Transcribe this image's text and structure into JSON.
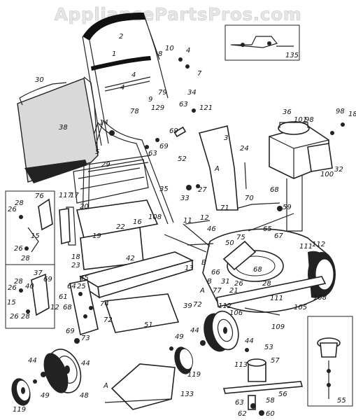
{
  "watermark": "AppliancePartsPros.com",
  "labels": [
    {
      "id": "l1",
      "text": "1"
    },
    {
      "id": "l2",
      "text": "2"
    },
    {
      "id": "l3",
      "text": "3"
    },
    {
      "id": "l4a",
      "text": "4"
    },
    {
      "id": "l4b",
      "text": "4"
    },
    {
      "id": "l4c",
      "text": "4"
    },
    {
      "id": "l5",
      "text": "5"
    },
    {
      "id": "l7",
      "text": "7"
    },
    {
      "id": "l8",
      "text": "8"
    },
    {
      "id": "l9",
      "text": "9"
    },
    {
      "id": "l10",
      "text": "10"
    },
    {
      "id": "l11",
      "text": "11"
    },
    {
      "id": "l12",
      "text": "12"
    },
    {
      "id": "l13",
      "text": "13"
    },
    {
      "id": "l14",
      "text": "14"
    },
    {
      "id": "l15a",
      "text": "15"
    },
    {
      "id": "l15b",
      "text": "15"
    },
    {
      "id": "l16",
      "text": "16"
    },
    {
      "id": "l17",
      "text": "17"
    },
    {
      "id": "l18",
      "text": "18"
    },
    {
      "id": "l18b",
      "text": "18"
    },
    {
      "id": "l19",
      "text": "19"
    },
    {
      "id": "l20",
      "text": "20"
    },
    {
      "id": "l21",
      "text": "21"
    },
    {
      "id": "l22",
      "text": "22"
    },
    {
      "id": "l23",
      "text": "23"
    },
    {
      "id": "l24",
      "text": "24"
    },
    {
      "id": "l25",
      "text": "25"
    },
    {
      "id": "l26a",
      "text": "26"
    },
    {
      "id": "l26b",
      "text": "26"
    },
    {
      "id": "l26c",
      "text": "26"
    },
    {
      "id": "l26d",
      "text": "26"
    },
    {
      "id": "l26e",
      "text": "26"
    },
    {
      "id": "l27",
      "text": "27"
    },
    {
      "id": "l28a",
      "text": "28"
    },
    {
      "id": "l28b",
      "text": "28"
    },
    {
      "id": "l28c",
      "text": "28"
    },
    {
      "id": "l28d",
      "text": "28"
    },
    {
      "id": "l28e",
      "text": "28"
    },
    {
      "id": "l29",
      "text": "29"
    },
    {
      "id": "l30",
      "text": "30"
    },
    {
      "id": "l31",
      "text": "31"
    },
    {
      "id": "l32",
      "text": "32"
    },
    {
      "id": "l33",
      "text": "33"
    },
    {
      "id": "l34",
      "text": "34"
    },
    {
      "id": "l35",
      "text": "35"
    },
    {
      "id": "l36",
      "text": "36"
    },
    {
      "id": "l37",
      "text": "37"
    },
    {
      "id": "l38",
      "text": "38"
    },
    {
      "id": "l39",
      "text": "39"
    },
    {
      "id": "l40",
      "text": "40"
    },
    {
      "id": "l42",
      "text": "42"
    },
    {
      "id": "l44a",
      "text": "44"
    },
    {
      "id": "l44b",
      "text": "44"
    },
    {
      "id": "l44c",
      "text": "44"
    },
    {
      "id": "l44d",
      "text": "44"
    },
    {
      "id": "l45",
      "text": "45"
    },
    {
      "id": "l46",
      "text": "46"
    },
    {
      "id": "l48",
      "text": "48"
    },
    {
      "id": "l49a",
      "text": "49"
    },
    {
      "id": "l49b",
      "text": "49"
    },
    {
      "id": "l50",
      "text": "50"
    },
    {
      "id": "l51",
      "text": "51"
    },
    {
      "id": "l52",
      "text": "52"
    },
    {
      "id": "l53",
      "text": "53"
    },
    {
      "id": "l55",
      "text": "55"
    },
    {
      "id": "l56",
      "text": "56"
    },
    {
      "id": "l57",
      "text": "57"
    },
    {
      "id": "l58",
      "text": "58"
    },
    {
      "id": "l59",
      "text": "59"
    },
    {
      "id": "l60",
      "text": "60"
    },
    {
      "id": "l61",
      "text": "61"
    },
    {
      "id": "l62",
      "text": "62"
    },
    {
      "id": "l63a",
      "text": "63"
    },
    {
      "id": "l63b",
      "text": "63"
    },
    {
      "id": "l63c",
      "text": "63"
    },
    {
      "id": "l64",
      "text": "64"
    },
    {
      "id": "l65",
      "text": "65"
    },
    {
      "id": "l66",
      "text": "66"
    },
    {
      "id": "l67",
      "text": "67"
    },
    {
      "id": "l68a",
      "text": "68"
    },
    {
      "id": "l68b",
      "text": "68"
    },
    {
      "id": "l68c",
      "text": "68"
    },
    {
      "id": "l69a",
      "text": "69"
    },
    {
      "id": "l69b",
      "text": "69"
    },
    {
      "id": "l69c",
      "text": "69"
    },
    {
      "id": "l69d",
      "text": "69"
    },
    {
      "id": "l70",
      "text": "70"
    },
    {
      "id": "l71",
      "text": "71"
    },
    {
      "id": "l72a",
      "text": "72"
    },
    {
      "id": "l72b",
      "text": "72"
    },
    {
      "id": "l73",
      "text": "73"
    },
    {
      "id": "l74",
      "text": "74"
    },
    {
      "id": "l75",
      "text": "75"
    },
    {
      "id": "l76",
      "text": "76"
    },
    {
      "id": "l77",
      "text": "77"
    },
    {
      "id": "l78",
      "text": "78"
    },
    {
      "id": "l79",
      "text": "79"
    },
    {
      "id": "l98a",
      "text": "98"
    },
    {
      "id": "l98b",
      "text": "98"
    },
    {
      "id": "l100",
      "text": "100"
    },
    {
      "id": "l101",
      "text": "101"
    },
    {
      "id": "l105",
      "text": "105"
    },
    {
      "id": "l106",
      "text": "106"
    },
    {
      "id": "l108a",
      "text": "108"
    },
    {
      "id": "l108b",
      "text": "108"
    },
    {
      "id": "l109",
      "text": "109"
    },
    {
      "id": "l111a",
      "text": "111"
    },
    {
      "id": "l111b",
      "text": "111"
    },
    {
      "id": "l111c",
      "text": "111"
    },
    {
      "id": "l112a",
      "text": "112"
    },
    {
      "id": "l112b",
      "text": "112"
    },
    {
      "id": "l113",
      "text": "113"
    },
    {
      "id": "l117",
      "text": "117"
    },
    {
      "id": "l119a",
      "text": "119"
    },
    {
      "id": "l119b",
      "text": "119"
    },
    {
      "id": "l121",
      "text": "121"
    },
    {
      "id": "l129",
      "text": "129"
    },
    {
      "id": "l133",
      "text": "133"
    },
    {
      "id": "l135",
      "text": "135"
    },
    {
      "id": "lA1",
      "text": "A"
    },
    {
      "id": "lA2",
      "text": "A"
    },
    {
      "id": "lA3",
      "text": "A"
    },
    {
      "id": "lB1",
      "text": "B"
    },
    {
      "id": "lB2",
      "text": "B"
    }
  ]
}
